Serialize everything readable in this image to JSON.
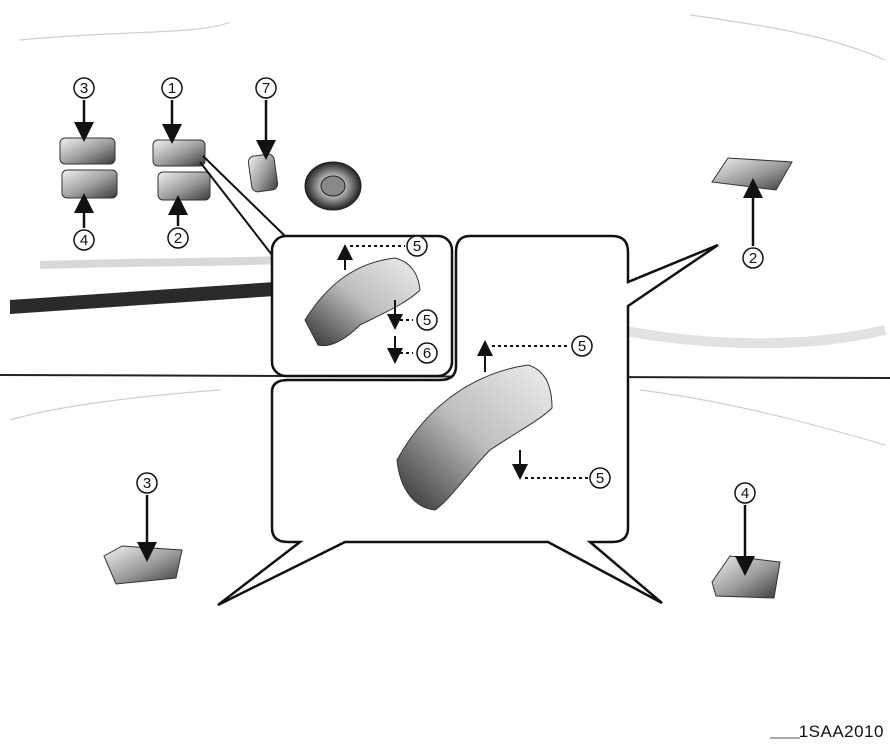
{
  "diagram": {
    "figure_code": "1SAA2010",
    "callouts": [
      "1",
      "2",
      "3",
      "4",
      "5",
      "6",
      "7"
    ]
  },
  "colors": {
    "ink": "#111111",
    "lamp_dark": "#555555",
    "lamp_light": "#e8e8e8"
  }
}
